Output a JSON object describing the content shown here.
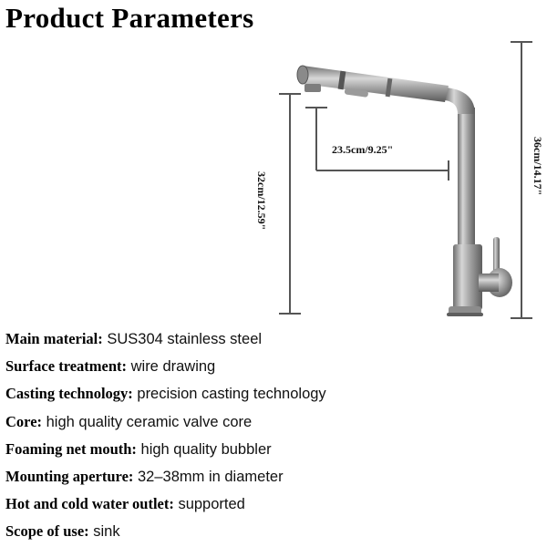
{
  "title": "Product Parameters",
  "dimensions": {
    "spout_reach": "23.5cm/9.25\"",
    "spout_height": "32cm/12.59\"",
    "total_height": "36cm/14.17\""
  },
  "colors": {
    "text": "#111111",
    "dimension_line": "#555555",
    "steel": "#9a9a9a"
  },
  "parameters": [
    {
      "label": "Main material:",
      "value": "SUS304 stainless steel"
    },
    {
      "label": "Surface treatment:",
      "value": "wire drawing"
    },
    {
      "label": "Casting technology:",
      "value": "precision casting technology"
    },
    {
      "label": "Core:",
      "value": "high quality ceramic valve core"
    },
    {
      "label": "Foaming net mouth:",
      "value": "high quality bubbler"
    },
    {
      "label": "Mounting aperture:",
      "value": "32–38mm in diameter"
    },
    {
      "label": "Hot and cold water outlet:",
      "value": "supported"
    },
    {
      "label": "Scope of use:",
      "value": "sink"
    }
  ]
}
